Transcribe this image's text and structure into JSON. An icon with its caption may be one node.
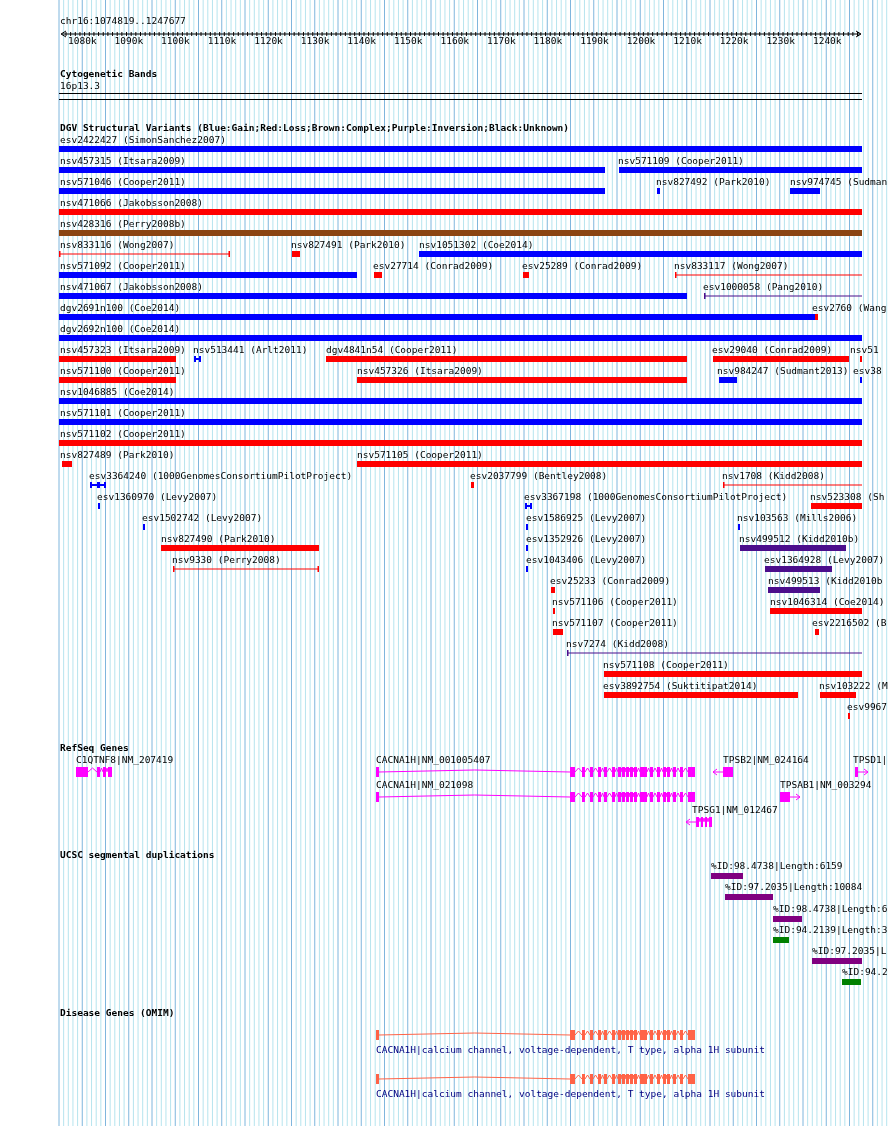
{
  "diagram": {
    "labels": [
      "chr16:1074819..1247677",
      "1080k",
      "1090k",
      "1100k",
      "1110k",
      "1120k",
      "1130k",
      "1140k",
      "1150k",
      "1160k",
      "1170k",
      "1180k",
      "1190k",
      "1200k",
      "1210k",
      "1220k",
      "1230k",
      "1240k",
      "Cytogenetic Bands",
      "16p13.3",
      "DGV Structural Variants (Blue:Gain;Red:Loss;Brown:Complex;Purple:Inversion;Black:Unknown)",
      "esv2422427 (SimonSanchez2007)",
      "nsv457315 (Itsara2009)",
      "nsv571109 (Cooper2011)",
      "nsv571046 (Cooper2011)",
      "nsv827492 (Park2010)",
      "nsv974745 (Sudman",
      "nsv471066 (Jakobsson2008)",
      "nsv428316 (Perry2008b)",
      "nsv833116 (Wong2007)",
      "nsv827491 (Park2010)",
      "nsv1051302 (Coe2014)",
      "nsv571092 (Cooper2011)",
      "esv27714 (Conrad2009)",
      "esv25289 (Conrad2009)",
      "nsv833117 (Wong2007)",
      "nsv471067 (Jakobsson2008)",
      "esv1000058 (Pang2010)",
      "dgv2691n100 (Coe2014)",
      "esv2760 (Wang",
      "dgv2692n100 (Coe2014)",
      "nsv457323 (Itsara2009)",
      "nsv513441 (Arlt2011)",
      "dgv4841n54 (Cooper2011)",
      "esv29040 (Conrad2009)",
      "nsv51",
      "nsv571100 (Cooper2011)",
      "nsv457326 (Itsara2009)",
      "nsv984247 (Sudmant2013)",
      "esv38",
      "nsv1046885 (Coe2014)",
      "nsv571101 (Cooper2011)",
      "nsv571102 (Cooper2011)",
      "nsv827489 (Park2010)",
      "nsv571105 (Cooper2011)",
      "esv3364240 (1000GenomesConsortiumPilotProject)",
      "esv2037799 (Bentley2008)",
      "nsv1708 (Kidd2008)",
      "esv1360970 (Levy2007)",
      "esv3367198 (1000GenomesConsortiumPilotProject)",
      "nsv523308 (Sh",
      "esv1502742 (Levy2007)",
      "esv1586925 (Levy2007)",
      "nsv103563 (Mills2006)",
      "nsv827490 (Park2010)",
      "esv1352926 (Levy2007)",
      "nsv499512 (Kidd2010b)",
      "nsv9330 (Perry2008)",
      "esv1043406 (Levy2007)",
      "esv1364928 (Levy2007)",
      "esv25233 (Conrad2009)",
      "nsv499513 (Kidd2010b",
      "nsv571106 (Cooper2011)",
      "nsv1046314 (Coe2014)",
      "nsv571107 (Cooper2011)",
      "esv2216502 (B",
      "nsv7274 (Kidd2008)",
      "nsv571108 (Cooper2011)",
      "esv3892754 (Suktitipat2014)",
      "nsv103222 (M",
      "esv9967",
      "RefSeq Genes",
      "C1QTNF8|NM_207419",
      "CACNA1H|NM_001005407",
      "TPSB2|NM_024164",
      "TPSD1|",
      "CACNA1H|NM_021098",
      "TPSAB1|NM_003294",
      "TPSG1|NM_012467",
      "UCSC segmental duplications",
      "%ID:98.4738|Length:6159",
      "%ID:97.2035|Length:10084",
      "%ID:98.4738|Length:6",
      "%ID:94.2139|Length:3",
      "%ID:97.2035|L",
      "%ID:94.2",
      "Disease Genes (OMIM)",
      "CACNA1H|calcium channel, voltage-dependent, T type, alpha 1H subunit",
      "CACNA1H|calcium channel, voltage-dependent, T type, alpha 1H subunit"
    ]
  }
}
